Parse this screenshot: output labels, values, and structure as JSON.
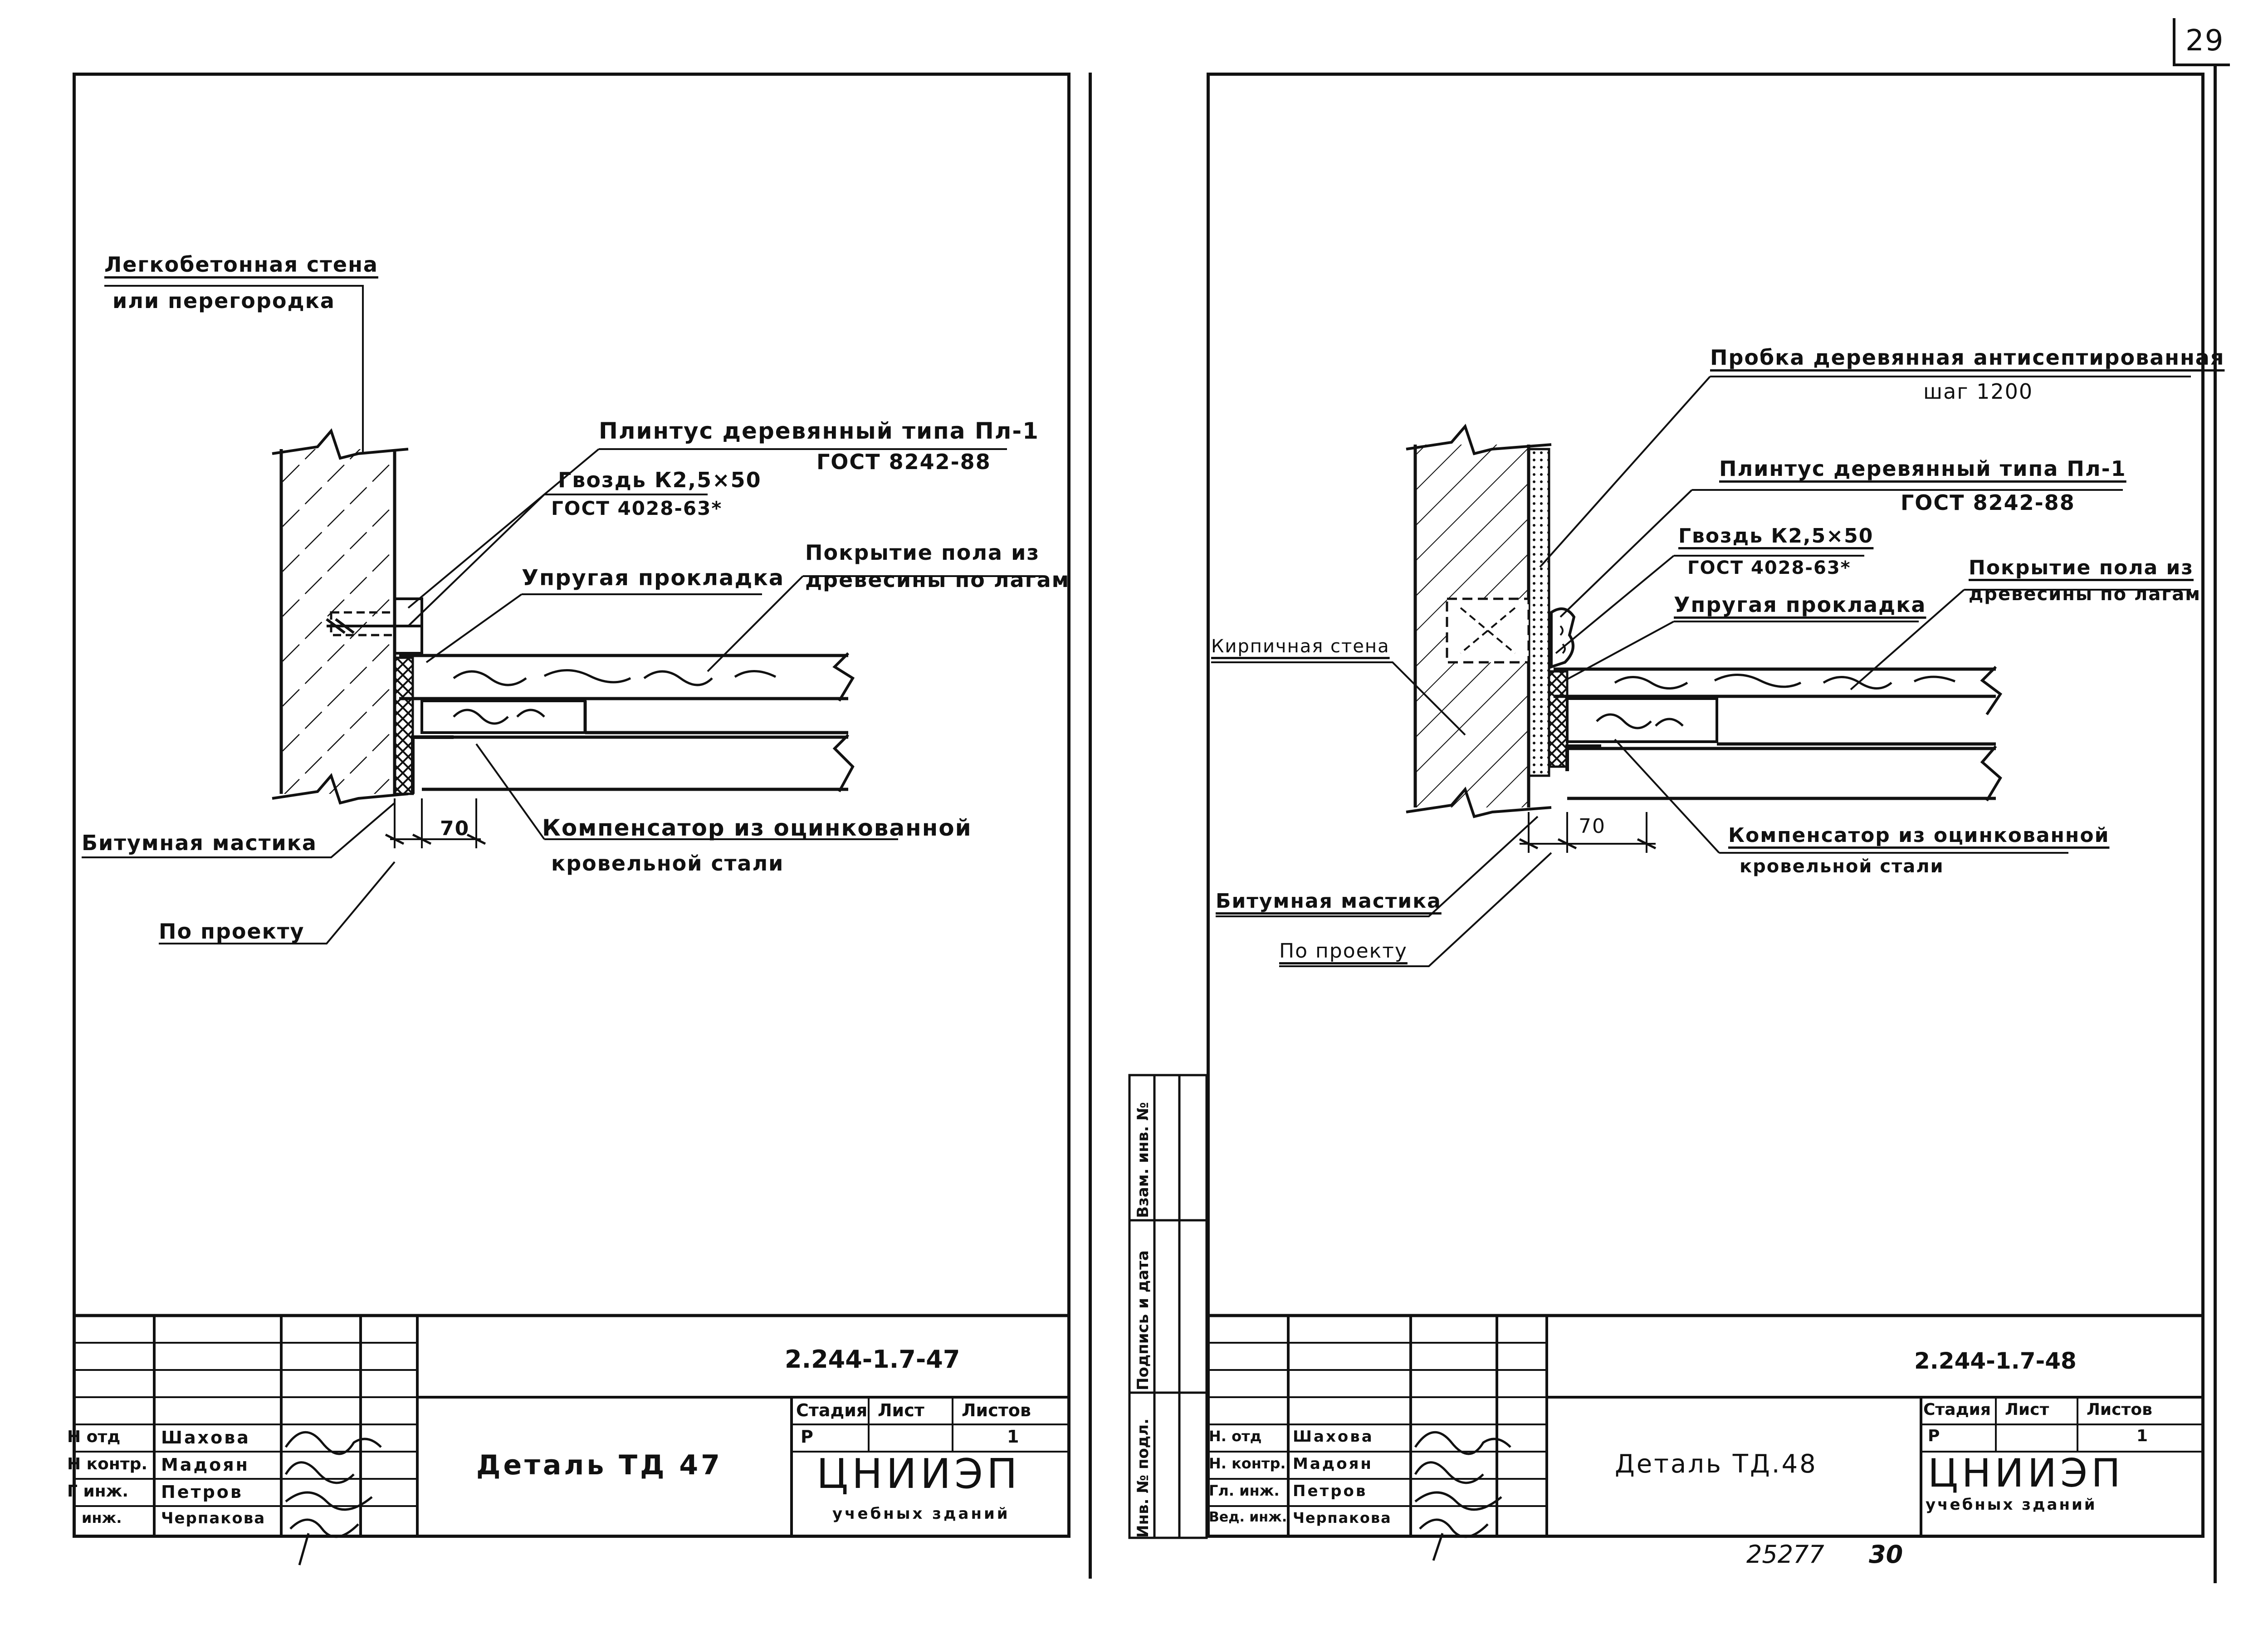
{
  "page_number": "29",
  "left": {
    "labels": {
      "wall": "Легкобетонная стена",
      "wall2": "или перегородка",
      "plinth": "Плинтус деревянный типа Пл-1",
      "plinth_gost": "ГОСТ 8242-88",
      "nail": "Гвоздь К2,5×50",
      "nail_gost": "ГОСТ 4028-63*",
      "gasket": "Упругая прокладка",
      "floor": "Покрытие пола из",
      "floor2": "древесины по лагам",
      "mastic": "Битумная мастика",
      "project": "По проекту",
      "comp": "Компенсатор из оцинкованной",
      "comp2": "кровельной стали",
      "dim": "70"
    },
    "title_block": {
      "code": "2.244-1.7-47",
      "title": "Деталь ТД 47",
      "stage_label": "Стадия",
      "sheet_label": "Лист",
      "sheets_label": "Листов",
      "stage": "Р",
      "sheet": "",
      "sheets": "1",
      "org": "ЦНИИЭП",
      "org_sub": "учебных зданий",
      "roles": [
        "Н отд",
        "Н контр.",
        "Г инж.",
        "инж."
      ],
      "names": [
        "Шахова",
        "Мадоян",
        "Петров",
        "Черпакова"
      ]
    }
  },
  "right": {
    "labels": {
      "plug": "Пробка деревянная антисептированная",
      "plug_step": "шаг 1200",
      "plinth": "Плинтус деревянный типа Пл-1",
      "plinth_gost": "ГОСТ 8242-88",
      "nail": "Гвоздь К2,5×50",
      "nail_gost": "ГОСТ 4028-63*",
      "gasket": "Упругая прокладка",
      "floor": "Покрытие пола из",
      "floor2": "древесины по лагам",
      "wall": "Кирпичная стена",
      "mastic": "Битумная мастика",
      "project": "По проекту",
      "comp": "Компенсатор из оцинкованной",
      "comp2": "кровельной стали",
      "dim": "70"
    },
    "title_block": {
      "code": "2.244-1.7-48",
      "title": "Деталь ТД.48",
      "stage_label": "Стадия",
      "sheet_label": "Лист",
      "sheets_label": "Листов",
      "stage": "Р",
      "sheet": "",
      "sheets": "1",
      "org": "ЦНИИЭП",
      "org_sub": "учебных зданий",
      "roles": [
        "Н. отд",
        "Н. контр.",
        "Гл. инж.",
        "Вед. инж."
      ],
      "names": [
        "Шахова",
        "Мадоян",
        "Петров",
        "Черпакова"
      ]
    },
    "side_stamp": [
      "Инв. № подл.",
      "Подпись и дата",
      "Взам. инв. №"
    ],
    "footer_number": "25277",
    "footer_page": "30"
  }
}
